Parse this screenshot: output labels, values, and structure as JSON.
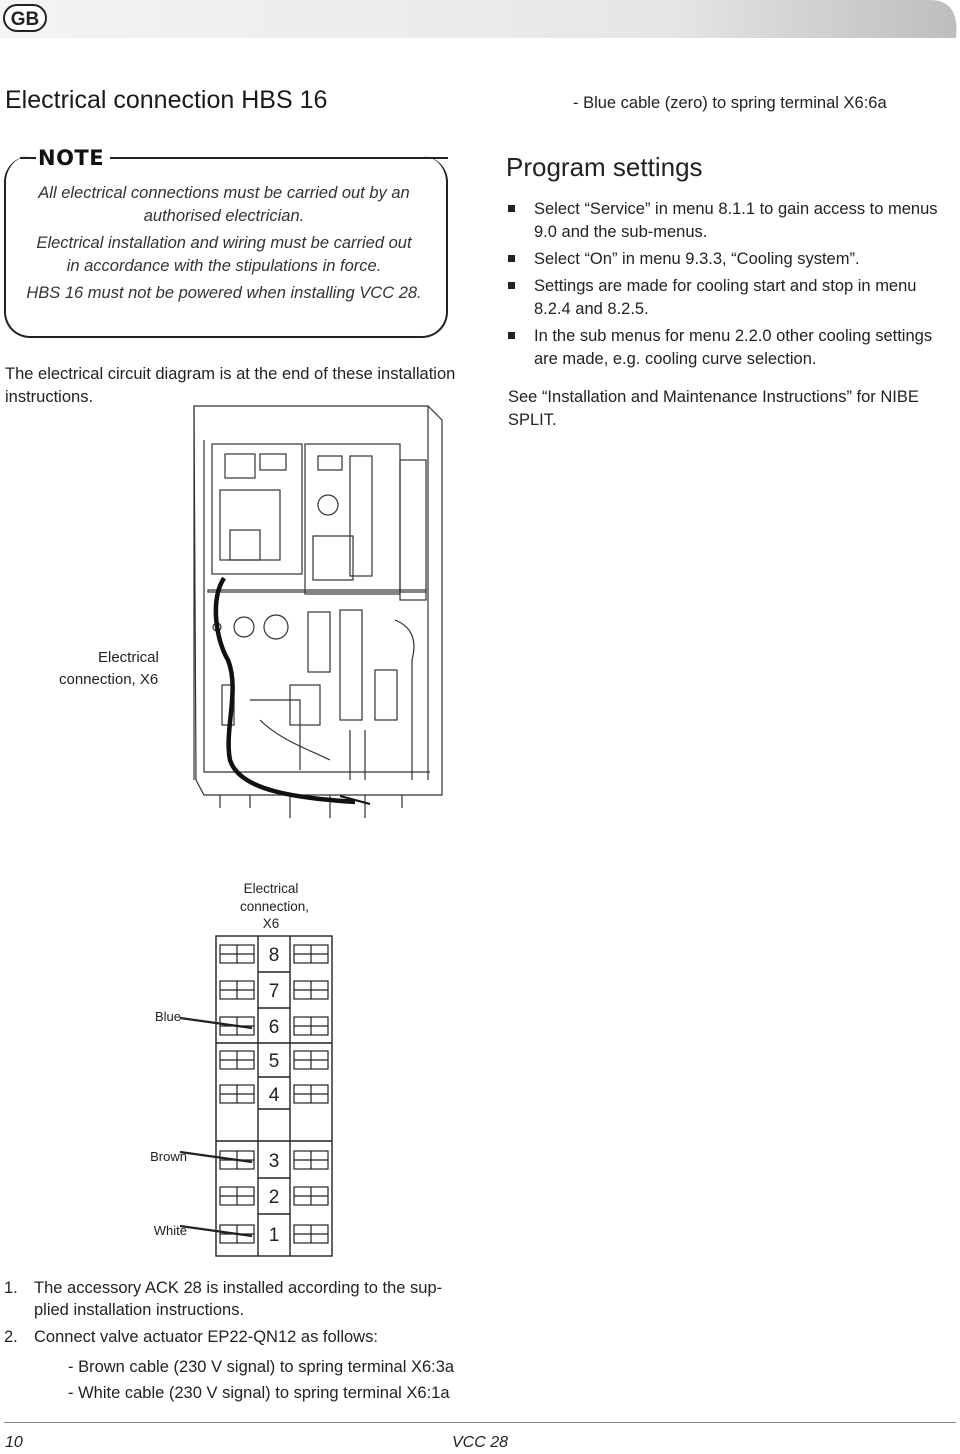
{
  "header": {
    "lang_badge": "GB"
  },
  "page": {
    "title": "Electrical connection HBS 16",
    "top_right": "- Blue cable (zero) to spring terminal X6:6a"
  },
  "note": {
    "label": "NOTE",
    "lines": [
      "All electrical connections must be carried out by an",
      "authorised electrician.",
      "Electrical installation and wiring must be carried out",
      "in accordance with the stipulations in force.",
      "HBS 16 must not be powered when installing VCC 28."
    ]
  },
  "intro": {
    "line1": "The electrical circuit diagram is at the end of these installation",
    "line2": "instructions."
  },
  "program": {
    "heading": "Program settings",
    "bullets": [
      {
        "l1": "Select “Service” in menu 8.1.1 to gain access to menus",
        "l2": "9.0 and the sub-menus."
      },
      {
        "l1": "Select “On” in menu 9.3.3, “Cooling system”.",
        "l2": ""
      },
      {
        "l1": "Settings are made for cooling start and stop in menu",
        "l2": "8.2.4 and 8.2.5."
      },
      {
        "l1": "In the sub menus for menu 2.2.0 other cooling settings",
        "l2": "are made, e.g. cooling curve selection."
      }
    ],
    "see_l1": "See “Installation and Maintenance Instructions” for NIBE",
    "see_l2": "SPLIT."
  },
  "figure1": {
    "label_l1": "Electrical",
    "label_l2": "connection, X6"
  },
  "figure2": {
    "header_l1": "Electrical",
    "header_l2": "connection,",
    "header_l3": "X6",
    "terminals": [
      "8",
      "7",
      "6",
      "5",
      "4",
      "3",
      "2",
      "1"
    ],
    "wire_labels": {
      "blue": "Blue",
      "brown": "Brown",
      "white": "White"
    }
  },
  "steps": [
    {
      "num": "1.",
      "l1": "The accessory ACK 28 is installed according to the sup-",
      "l2": "plied installation instructions."
    },
    {
      "num": "2.",
      "l1": "Connect valve actuator EP22-QN12 as follows:",
      "l2": ""
    }
  ],
  "sub_items": [
    "- Brown cable (230 V signal) to spring terminal X6:3a",
    "- White cable (230 V signal) to spring terminal X6:1a"
  ],
  "footer": {
    "page_number": "10",
    "product": "VCC 28"
  }
}
